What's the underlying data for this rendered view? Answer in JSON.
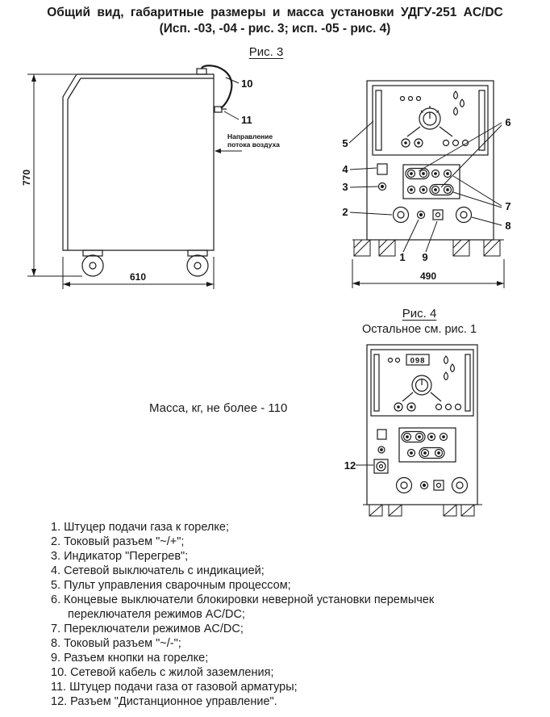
{
  "doc": {
    "title_line1": "Общий вид, габаритные размеры и масса установки УДГУ-251 AC/DC",
    "title_line2": "(Исп. -03, -04 - рис. 3; исп. -05 - рис. 4)",
    "mass_note": "Масса, кг, не более - 110"
  },
  "fig3": {
    "caption": "Рис. 3",
    "side_view": {
      "height_dim": "770",
      "width_dim": "610",
      "airflow_line1": "Направление",
      "airflow_line2": "потока воздуха",
      "callout_10": "10",
      "callout_11": "11"
    },
    "front_view": {
      "width_dim": "490",
      "callout_1": "1",
      "callout_2": "2",
      "callout_3": "3",
      "callout_4": "4",
      "callout_5": "5",
      "callout_6": "6",
      "callout_7": "7",
      "callout_8": "8",
      "callout_9": "9"
    }
  },
  "fig4": {
    "caption": "Рис. 4",
    "note": "Остальное см. рис. 1",
    "display_value": "098",
    "callout_12": "12"
  },
  "parts_list": [
    "1. Штуцер подачи газа к горелке;",
    "2. Токовый разъем \"~/+\";",
    "3. Индикатор \"Перегрев\";",
    "4. Сетевой выключатель с индикацией;",
    "5. Пульт управления сварочным процессом;",
    "6. Концевые выключатели блокировки неверной установки перемычек переключателя режимов AC/DC;",
    "7. Переключатели режимов AC/DC;",
    "8. Токовый разъем \"~/-\";",
    "9. Разъем кнопки на горелке;",
    "10. Сетевой кабель с жилой заземления;",
    "11. Штуцер подачи газа от газовой арматуры;",
    "12. Разъем \"Дистанционное управление\"."
  ]
}
